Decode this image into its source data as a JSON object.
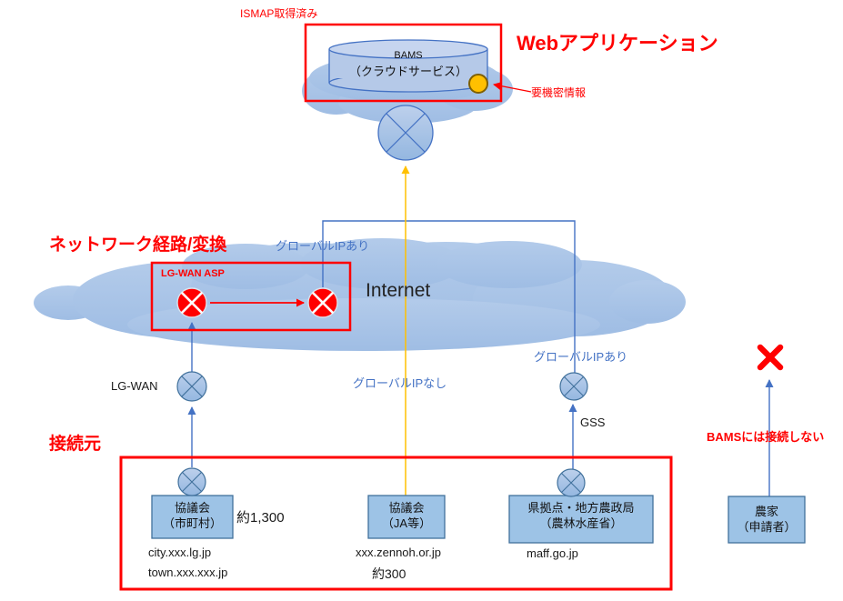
{
  "header": {
    "ismap_label": "ISMAP取得済み",
    "web_app_title": "Webアプリケーション",
    "bams_name": "BAMS",
    "bams_type": "（クラウドサービス）",
    "confidential_label": "要機密情報"
  },
  "network": {
    "section_title": "ネットワーク経路/変換",
    "internet_label": "Internet",
    "lgwan_asp_label": "LG-WAN ASP",
    "lgwan_label": "LG-WAN",
    "gss_label": "GSS",
    "global_ip_yes_top": "グローバルIPあり",
    "global_ip_yes_right": "グローバルIPあり",
    "global_ip_no": "グローバルIPなし"
  },
  "sources": {
    "section_title": "接続元",
    "council_muni": {
      "name": "協議会",
      "sub": "（市町村）",
      "count": "約1,300",
      "domain1": "city.xxx.lg.jp",
      "domain2": "town.xxx.xxx.jp"
    },
    "council_ja": {
      "name": "協議会",
      "sub": "（JA等）",
      "count": "約300",
      "domain1": "xxx.zennoh.or.jp"
    },
    "maff": {
      "name": "県拠点・地方農政局",
      "sub": "（農林水産省）",
      "domain1": "maff.go.jp"
    }
  },
  "farmer": {
    "name": "農家",
    "sub": "（申請者）",
    "note": "BAMSには接続しない"
  },
  "colors": {
    "accent_red": "#ff0000",
    "line_blue": "#4472c4",
    "line_orange": "#ffc000",
    "cloud_fill": "#a9c5e8",
    "box_fill": "#9dc3e6",
    "box_border": "#41719c",
    "yellow_dot": "#ffc000",
    "yellow_dot_border": "#806000"
  }
}
